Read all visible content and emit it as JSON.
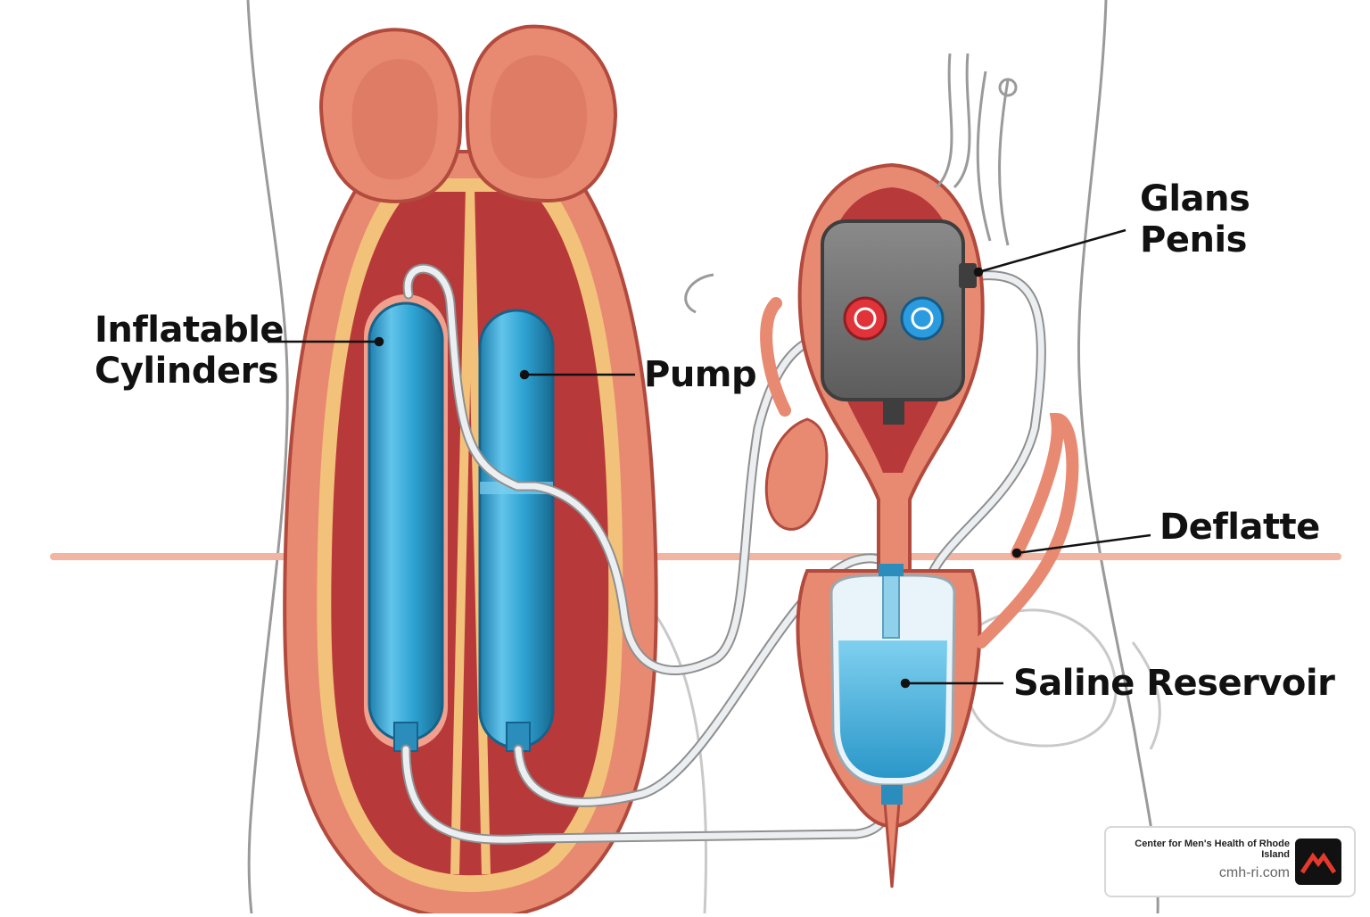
{
  "labels": {
    "inflatable_cylinders": [
      "Inflatable",
      "Cylinders"
    ],
    "pump": "Pump",
    "glans_penis": [
      "Glans",
      "Penis"
    ],
    "deflatte": "Deflatte",
    "saline_reservoir": "Saline Reservoir"
  },
  "branding": {
    "organization": "Center for Men's Health of Rhode Island",
    "url": "cmh-ri.com",
    "logo_icon": "mountain-peak-icon",
    "logo_color": "#e5392b"
  },
  "colors": {
    "tissue_outer": "#e88a72",
    "tissue_inner": "#b8393a",
    "fat_layer": "#f3c27a",
    "cylinder_blue": "#2b9cc8",
    "tube": "#e9ecef",
    "pump_body": "#707070",
    "inflate_button": "#e0343a",
    "deflate_button": "#2b9be0"
  }
}
